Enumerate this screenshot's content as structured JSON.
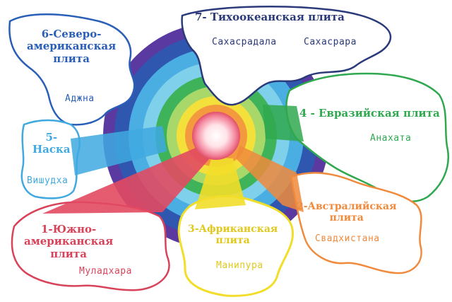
{
  "colors": {
    "red": "#d9435a",
    "orange": "#f08a3c",
    "yellow": "#f2de2a",
    "green": "#2fa84f",
    "light_blue": "#3fa9e0",
    "blue": "#2a5fb8",
    "violet": "#5a3aa0",
    "navy": "#2b3a7a",
    "core": "#ffe9ec"
  },
  "plates": {
    "pacific": {
      "title": "7- Тихоокеанская плита",
      "chakras": [
        "Сахасрадала",
        "Сахасрара"
      ]
    },
    "north_america": {
      "title_lines": [
        "6-Северо-",
        "американская",
        "плита"
      ],
      "chakra": "Аджна"
    },
    "nazca": {
      "title_lines": [
        "5-",
        "Наска"
      ],
      "chakra": "Вишудха"
    },
    "eurasian": {
      "title": "4 - Евразийская плита",
      "chakra": "Анахата"
    },
    "african": {
      "title_lines": [
        "3-Африканская",
        "плита"
      ],
      "chakra": "Манипура"
    },
    "australian": {
      "title_lines": [
        "2-Австралийская",
        "плита"
      ],
      "chakra": "Свадхистана"
    },
    "south_america": {
      "title_lines": [
        "1-Южно-",
        "американская",
        "плита"
      ],
      "chakra": "Муладхара"
    }
  }
}
